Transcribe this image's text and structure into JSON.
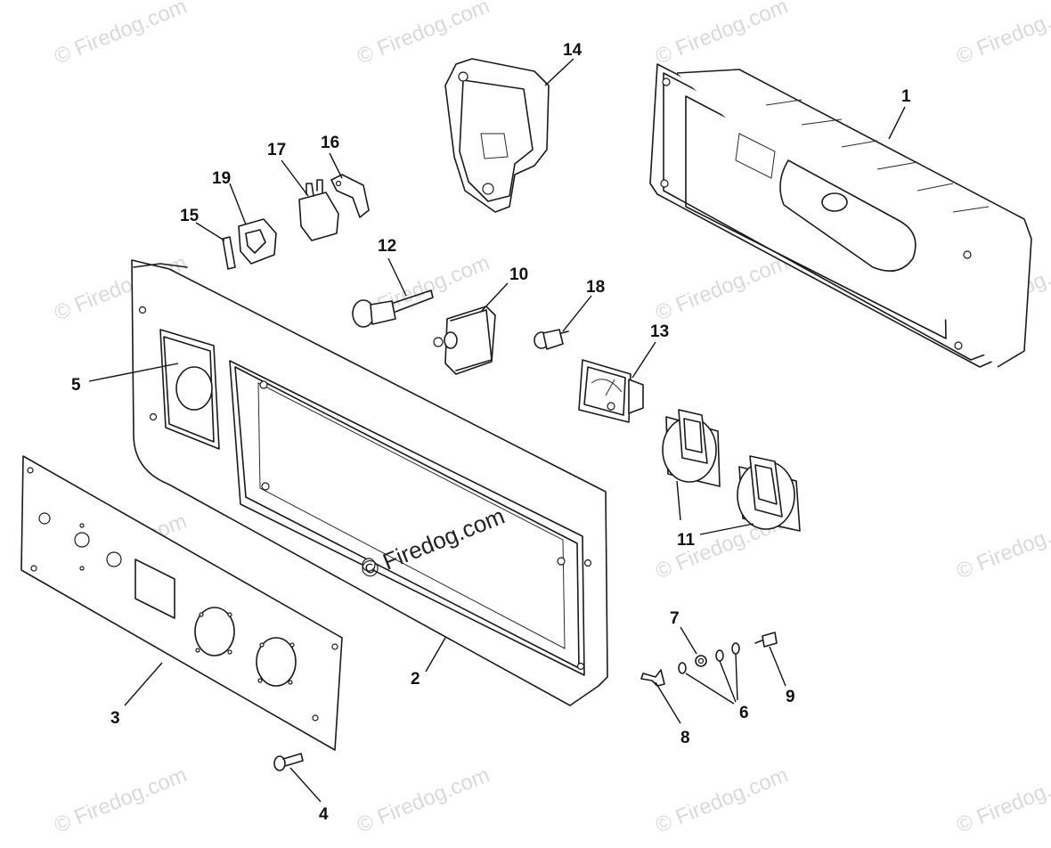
{
  "watermark": {
    "repeat_text": "© Firedog.com",
    "center_text": "© Firedog.com"
  },
  "callouts": [
    "1",
    "2",
    "3",
    "4",
    "5",
    "6",
    "7",
    "8",
    "9",
    "10",
    "11",
    "12",
    "13",
    "14",
    "15",
    "16",
    "17",
    "18",
    "19"
  ]
}
